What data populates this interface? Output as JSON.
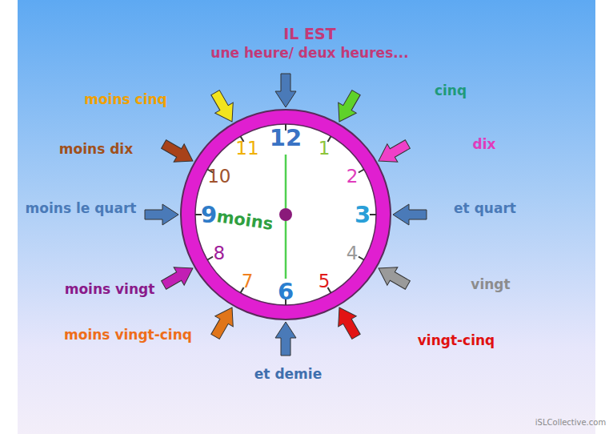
{
  "diagram": {
    "title": "IL EST",
    "nodes": [
      {
        "text": [
          "12",
          "1",
          "2",
          "3",
          "4",
          "5",
          "6",
          "7",
          "8",
          "9",
          "10",
          "11",
          "moins"
        ]
      }
    ],
    "labels": [
      "une heure/ deux heures...",
      "cinq",
      "dix",
      "et quart",
      "vingt",
      "vingt-cinq",
      "et demie",
      "moins vingt-cinq",
      "moins vingt",
      "moins le quart",
      "moins dix",
      "moins cinq",
      "iSLCollective.com"
    ]
  }
}
